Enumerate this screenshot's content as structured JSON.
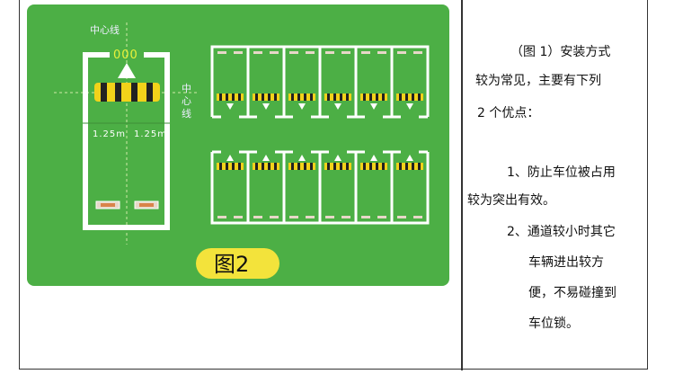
{
  "figure": {
    "center_line_label": "中心线",
    "lock_number": "000",
    "width_left": "1.25m",
    "width_right": "1.25m",
    "caption": "图2",
    "spaces_per_row": 6,
    "colors": {
      "background": "#4caf45",
      "line": "#ffffff",
      "barrier_yellow": "#f2d21a",
      "caption_pill": "#f3e33b"
    }
  },
  "description": {
    "intro_line1": "（图 1）安装方式",
    "intro_line2": "较为常见，主要有下列",
    "intro_line3": "2 个优点：",
    "point1_line1": "1、防止车位被占用",
    "point1_line2": "较为突出有效。",
    "point2_line1": "2、通道较小时其它",
    "point2_line2": "车辆进出较方",
    "point2_line3": "便，不易碰撞到",
    "point2_line4": "车位锁。"
  }
}
